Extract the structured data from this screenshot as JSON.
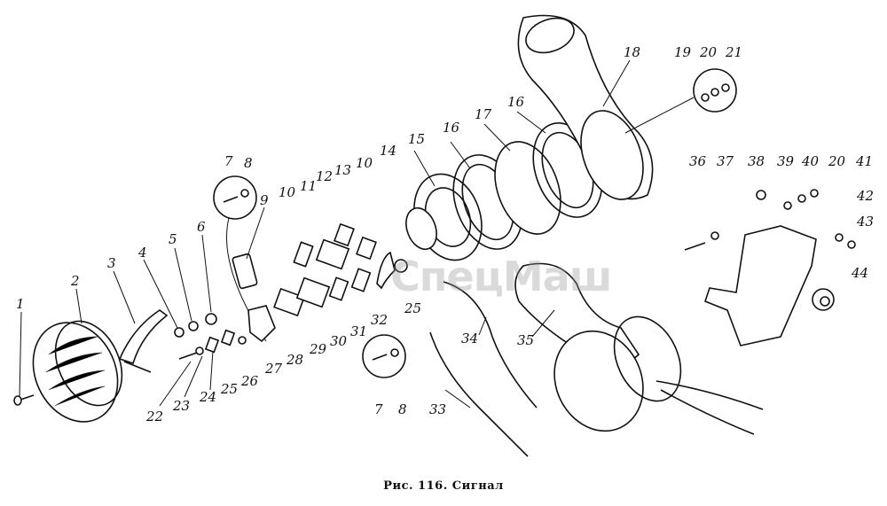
{
  "figure": {
    "caption": "Рис. 116. Сигнал",
    "watermark": "СпецМаш",
    "ink_color": "#111111",
    "background": "#ffffff"
  },
  "callouts": [
    {
      "id": "c1",
      "text": "1"
    },
    {
      "id": "c2",
      "text": "2"
    },
    {
      "id": "c3",
      "text": "3"
    },
    {
      "id": "c4",
      "text": "4"
    },
    {
      "id": "c5",
      "text": "5"
    },
    {
      "id": "c6",
      "text": "6"
    },
    {
      "id": "c7a",
      "text": "7"
    },
    {
      "id": "c8a",
      "text": "8"
    },
    {
      "id": "c9",
      "text": "9"
    },
    {
      "id": "c10a",
      "text": "10"
    },
    {
      "id": "c11",
      "text": "11"
    },
    {
      "id": "c12",
      "text": "12"
    },
    {
      "id": "c13",
      "text": "13"
    },
    {
      "id": "c10b",
      "text": "10"
    },
    {
      "id": "c14",
      "text": "14"
    },
    {
      "id": "c15",
      "text": "15"
    },
    {
      "id": "c16a",
      "text": "16"
    },
    {
      "id": "c17",
      "text": "17"
    },
    {
      "id": "c16b",
      "text": "16"
    },
    {
      "id": "c18",
      "text": "18"
    },
    {
      "id": "c19",
      "text": "19"
    },
    {
      "id": "c20a",
      "text": "20"
    },
    {
      "id": "c21",
      "text": "21"
    },
    {
      "id": "c36",
      "text": "36"
    },
    {
      "id": "c37",
      "text": "37"
    },
    {
      "id": "c38",
      "text": "38"
    },
    {
      "id": "c39",
      "text": "39"
    },
    {
      "id": "c40",
      "text": "40"
    },
    {
      "id": "c20b",
      "text": "20"
    },
    {
      "id": "c41",
      "text": "41"
    },
    {
      "id": "c42",
      "text": "42"
    },
    {
      "id": "c43",
      "text": "43"
    },
    {
      "id": "c44",
      "text": "44"
    },
    {
      "id": "c22",
      "text": "22"
    },
    {
      "id": "c23",
      "text": "23"
    },
    {
      "id": "c24",
      "text": "24"
    },
    {
      "id": "c25a",
      "text": "25"
    },
    {
      "id": "c26",
      "text": "26"
    },
    {
      "id": "c27",
      "text": "27"
    },
    {
      "id": "c28",
      "text": "28"
    },
    {
      "id": "c29",
      "text": "29"
    },
    {
      "id": "c30",
      "text": "30"
    },
    {
      "id": "c31",
      "text": "31"
    },
    {
      "id": "c32",
      "text": "32"
    },
    {
      "id": "c25b",
      "text": "25"
    },
    {
      "id": "c7b",
      "text": "7"
    },
    {
      "id": "c8b",
      "text": "8"
    },
    {
      "id": "c33",
      "text": "33"
    },
    {
      "id": "c34",
      "text": "34"
    },
    {
      "id": "c35",
      "text": "35"
    }
  ]
}
